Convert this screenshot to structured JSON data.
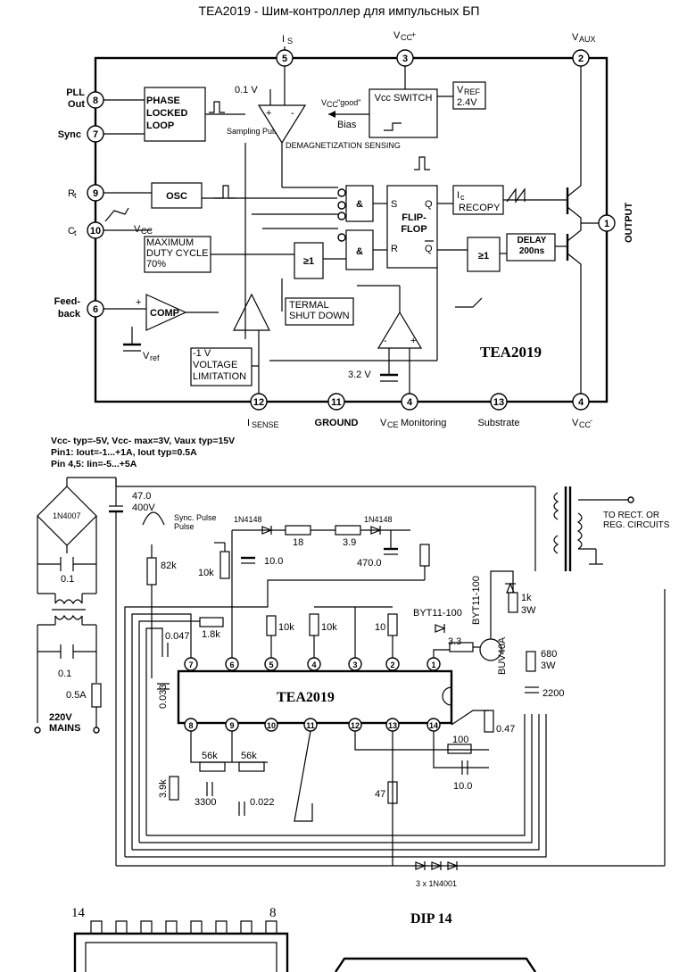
{
  "title": "TEA2019 - Шим-контроллер для импульсных БП",
  "block": {
    "pins": {
      "p5": {
        "num": "5",
        "label": "I"
      },
      "p3": {
        "num": "3",
        "label": "V"
      },
      "p2": {
        "num": "2",
        "label": "V"
      },
      "p8": {
        "num": "8",
        "label": "PLL Out"
      },
      "p7": {
        "num": "7",
        "label": "Sync"
      },
      "p9": {
        "num": "9",
        "label": "R"
      },
      "p10": {
        "num": "10",
        "label": "C"
      },
      "p6": {
        "num": "6",
        "label": "Feed-back"
      },
      "p1": {
        "num": "1",
        "label": "OUTPUT"
      },
      "p12": {
        "num": "12",
        "label": "I"
      },
      "p11": {
        "num": "11",
        "label": "GROUND"
      },
      "p4a": {
        "num": "4",
        "label": "V"
      },
      "p13": {
        "num": "13",
        "label": "Substrate"
      },
      "p4b": {
        "num": "4",
        "label": "V"
      }
    },
    "blocks": {
      "pll": "PHASE LOCKED LOOP",
      "osc": "OSC",
      "max_duty": "MAXIMUM DUTY CYCLE 70%",
      "comp": "COMP",
      "vlimit": "-1 V VOLTAGE LIMITATION",
      "vcc_switch": "Vcc SWITCH",
      "vref": "V",
      "vref_val": "2.4V",
      "flipflop": "FLIP-FLOP",
      "recopy": "RECOPY",
      "delay": "DELAY 200ns",
      "termal": "TERMAL SHUT DOWN",
      "and_gate": "&",
      "or_gate": "≥1",
      "chip_name": "TEA2019"
    },
    "labels": {
      "v01": "0.1 V",
      "vcc_good": "\"good\"",
      "bias": "Bias",
      "sampling": "Sampling Pulse",
      "demag": "DEMAGNETIZATION SENSING",
      "v32": "3.2 V",
      "vcc": "V",
      "vref_lbl": "V",
      "monitoring": "Monitoring",
      "ff_s": "S",
      "ff_r": "R",
      "ff_q": "Q"
    }
  },
  "specs": [
    "Vcc- typ=-5V, Vcc- max=3V, Vaux typ=15V",
    "Pin1: Iout=-1...+1A, Iout typ=0.5A",
    "Pin 4,5: Iin=-5...+5A"
  ],
  "app": {
    "chip_name": "TEA2019",
    "top_pins": [
      "7",
      "6",
      "5",
      "4",
      "3",
      "2",
      "1"
    ],
    "bottom_pins": [
      "8",
      "9",
      "10",
      "11",
      "12",
      "13",
      "14"
    ],
    "components": {
      "bridge": "1N4007",
      "c47": "47.0",
      "v400": "400V",
      "sync": "Sync. Pulse",
      "d1": "1N4148",
      "d2": "1N4148",
      "r18": "18",
      "r39": "3.9",
      "r82k": "82k",
      "r10k_pot": "10k",
      "c10": "10.0",
      "c470": "470.0",
      "c01a": "0.1",
      "c01b": "0.1",
      "fuse": "0.5A",
      "mains": "220V MAINS",
      "c0047": "0.047",
      "r18k": "1.8k",
      "c0033": "0.033",
      "r10k_a": "10k",
      "r10k_b": "10k",
      "r10": "10",
      "byt1": "BYT11-100",
      "byt2": "BYT11-100",
      "r33": "3.3",
      "r1k": "1k",
      "w3a": "3W",
      "buv": "BUV46A",
      "r680": "680",
      "w3b": "3W",
      "c2200": "2200",
      "r047": "0.47",
      "r100": "100",
      "c10b": "10.0",
      "r56ka": "56k",
      "r56kb": "56k",
      "r39k": "3.9k",
      "c3300": "3300",
      "c0022": "0.022",
      "r47": "47",
      "diodes": "3 x 1N4001",
      "to_rect": "TO RECT. OR REG. CIRCUITS"
    }
  },
  "package": {
    "pin14": "14",
    "pin8": "8",
    "name": "DIP 14"
  }
}
